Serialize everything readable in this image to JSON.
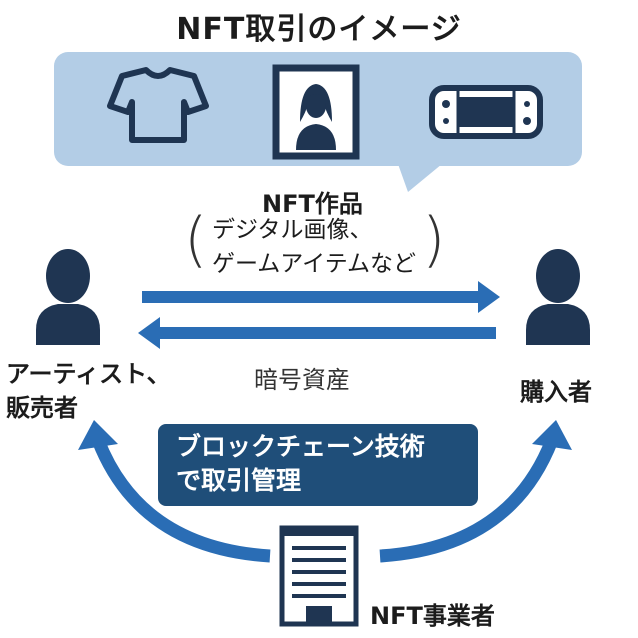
{
  "title": "NFT取引のイメージ",
  "works": {
    "label": "NFT作品",
    "examples_line1": "デジタル画像、",
    "examples_line2": "ゲームアイテムなど"
  },
  "payment_label": "暗号資産",
  "artist_label_line1": "アーティスト、",
  "artist_label_line2": "販売者",
  "buyer_label": "購入者",
  "tech_line1": "ブロックチェーン技術",
  "tech_line2": "で取引管理",
  "operator_label": "NFT事業者",
  "icons": [
    "tshirt-icon",
    "portrait-icon",
    "game-console-icon",
    "person-icon",
    "building-icon"
  ],
  "colors": {
    "bubble": "#b3cde6",
    "arrow": "#2a6db5",
    "dark": "#1f3552",
    "tech_box": "#1f4e79"
  }
}
